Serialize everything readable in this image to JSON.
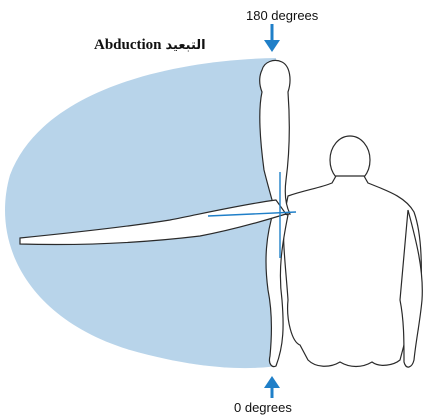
{
  "labels": {
    "top": "180 degrees",
    "bottom": "0 degrees",
    "title_en": "Abduction",
    "title_ar": "التبعيد"
  },
  "colors": {
    "range_fill": "#b8d4ea",
    "accent": "#1f7fc8",
    "outline": "#2a2a2a",
    "body_fill": "#ffffff"
  }
}
